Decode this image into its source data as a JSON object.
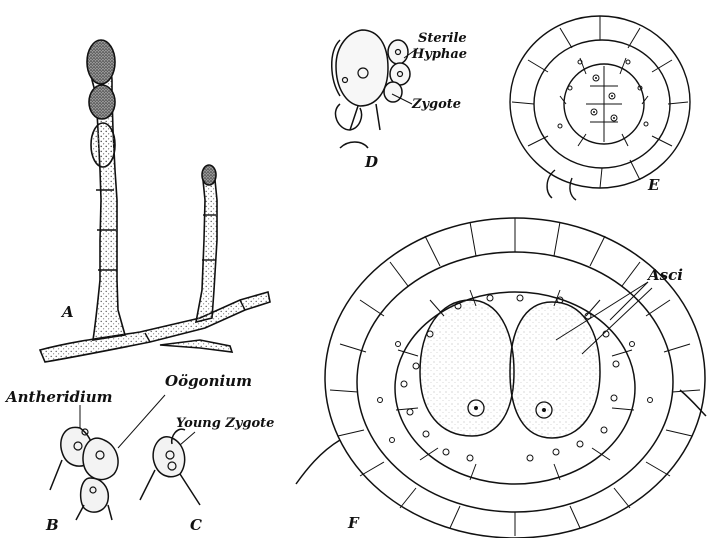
{
  "figure": {
    "panels": {
      "A": "A",
      "B": "B",
      "C": "C",
      "D": "D",
      "E": "E",
      "F": "F"
    },
    "labels": {
      "antheridium": "Antheridium",
      "oogonium": "Oögonium",
      "young_zygote": "Young Zygote",
      "sterile": "Sterile",
      "hyphae": "Hyphae",
      "zygote": "Zygote",
      "asci": "Asci"
    },
    "colors": {
      "ink": "#111111",
      "stipple": "#666666",
      "background": "#ffffff"
    }
  }
}
